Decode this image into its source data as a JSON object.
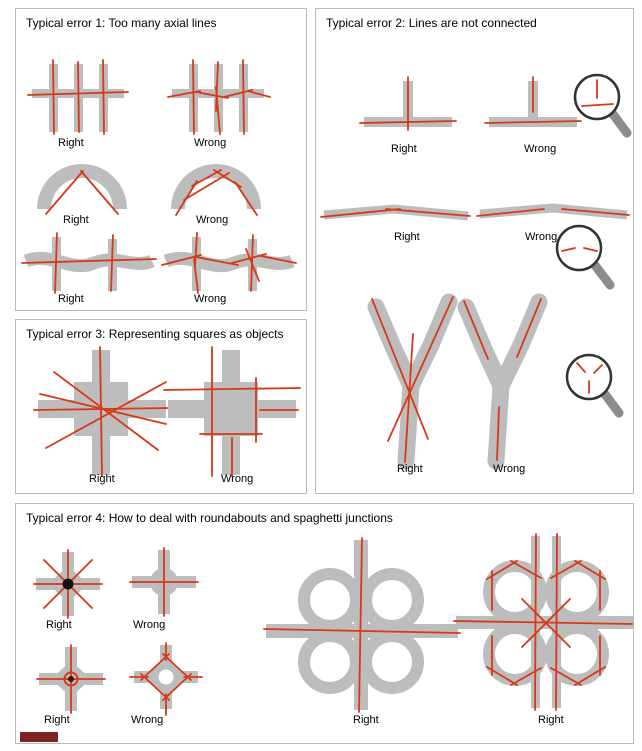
{
  "panels": {
    "p1": {
      "title": "Typical error 1: Too many axial lines",
      "labels": [
        "Right",
        "Wrong",
        "Right",
        "Wrong",
        "Right",
        "Wrong"
      ]
    },
    "p2": {
      "title": "Typical error 2: Lines are not connected",
      "labels": [
        "Right",
        "Wrong",
        "Right",
        "Wrong",
        "Right",
        "Wrong"
      ]
    },
    "p3": {
      "title": "Typical error 3: Representing squares as objects",
      "labels": [
        "Right",
        "Wrong"
      ]
    },
    "p4": {
      "title": "Typical error 4: How to deal with roundabouts and spaghetti junctions",
      "labels": [
        "Right",
        "Wrong",
        "Right",
        "Wrong",
        "Right",
        "Right"
      ]
    }
  },
  "colors": {
    "road_gray": "#bdbdbd",
    "axial_line_red": "#d63918",
    "panel_border": "#b9b9b9",
    "roundabout_dot_black": "#111111",
    "magnifier_ring": "#333333",
    "magnifier_handle": "#8c8c8c",
    "watermark_maroon": "#7b2423"
  },
  "icons": [
    "magnifier-icon",
    "roundabout-dot",
    "watermark-bar"
  ]
}
